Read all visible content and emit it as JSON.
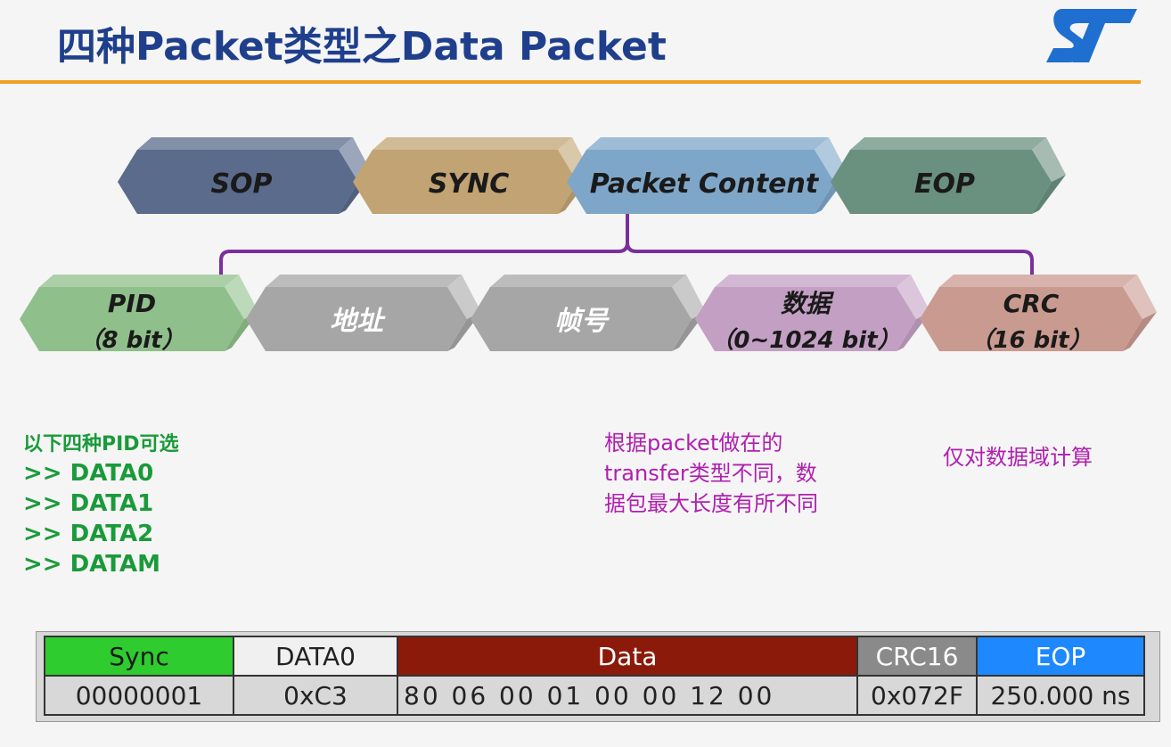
{
  "title": "四种Packet类型之Data Packet",
  "logo_colors": {
    "primary": "#1f6fd0"
  },
  "packet_fields": [
    {
      "label": "SOP",
      "color": "#5a6b8c"
    },
    {
      "label": "SYNC",
      "color": "#c2a373"
    },
    {
      "label": "Packet  Content",
      "color": "#7ea6c8"
    },
    {
      "label": "EOP",
      "color": "#6a9080"
    }
  ],
  "content_fields": [
    {
      "line1": "PID",
      "line2": "（8 bit）",
      "color": "#8fbf8a"
    },
    {
      "line1": "地址",
      "line2": "",
      "color": "#a6a6a6"
    },
    {
      "line1": "帧号",
      "line2": "",
      "color": "#a6a6a6"
    },
    {
      "line1": "数据",
      "line2": "（0~1024  bit）",
      "color": "#c3a0c3"
    },
    {
      "line1": "CRC",
      "line2": "（16 bit）",
      "color": "#c99a90"
    }
  ],
  "bracket_color": "#7a2f9a",
  "pid_notes": {
    "heading": "以下四种PID可选",
    "items": [
      ">> DATA0",
      ">> DATA1",
      ">> DATA2",
      ">> DATAM"
    ]
  },
  "data_note": {
    "line1": "根据packet做在的",
    "line2": "transfer类型不同，数",
    "line3": "据包最大长度有所不同"
  },
  "crc_note": "仅对数据域计算",
  "packet_table": {
    "headers": [
      "Sync",
      "DATA0",
      "Data",
      "CRC16",
      "EOP"
    ],
    "header_colors": [
      "#2ecc2e",
      "#f0f0f0",
      "#8b1a0a",
      "#8a8a8a",
      "#1e88ff"
    ],
    "header_text_colors": [
      "#1a1a1a",
      "#222222",
      "#ffffff",
      "#ffffff",
      "#ffffff"
    ],
    "values": [
      "00000001",
      "0xC3",
      "80  06  00  01  00  00  12  00",
      "0x072F",
      "250.000 ns"
    ]
  }
}
